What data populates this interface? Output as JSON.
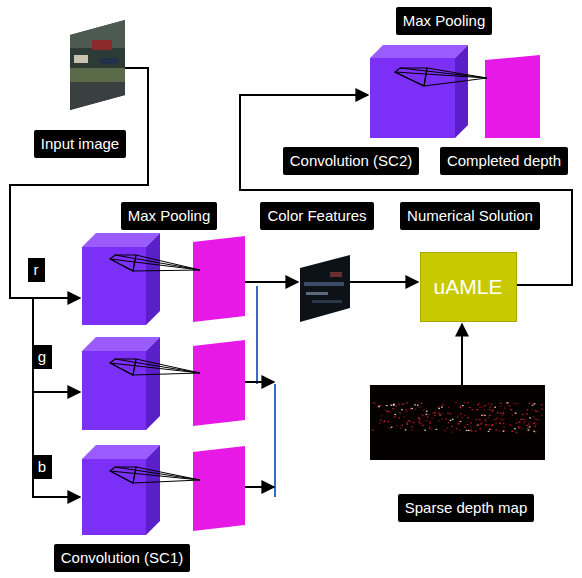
{
  "diagram": {
    "nodes": [
      {
        "text": [
          "Max Pooling"
        ]
      },
      {
        "text": [
          "Input image"
        ]
      },
      {
        "text": [
          "Convolution (SC2)"
        ]
      },
      {
        "text": [
          "Completed depth"
        ]
      },
      {
        "text": [
          "Max Pooling"
        ]
      },
      {
        "text": [
          "Color Features"
        ]
      },
      {
        "text": [
          "Numerical Solution"
        ]
      },
      {
        "text": [
          "uAMLE"
        ]
      },
      {
        "text": [
          "r"
        ]
      },
      {
        "text": [
          "g"
        ]
      },
      {
        "text": [
          "b"
        ]
      },
      {
        "text": [
          "Sparse depth map"
        ]
      },
      {
        "text": [
          "Convolution (SC1)"
        ]
      }
    ]
  }
}
